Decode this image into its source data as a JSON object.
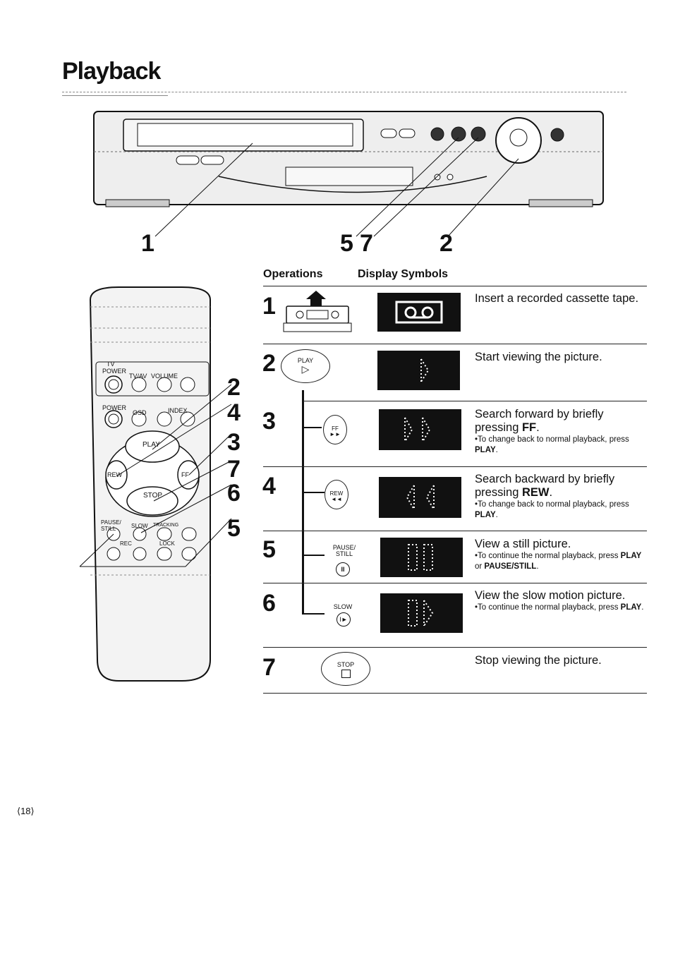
{
  "page": {
    "title": "Playback",
    "page_number": "⟨18⟩"
  },
  "vcr": {
    "callouts": [
      "1",
      "5",
      "7",
      "2"
    ]
  },
  "remote": {
    "labels": {
      "tv": "TV",
      "power_top": "POWER",
      "tvav": "TV/AV",
      "volume": "VOLUME",
      "power": "POWER",
      "osd": "OSD",
      "index": "INDEX",
      "play": "PLAY",
      "rew": "REW",
      "ff": "FF",
      "stop": "STOP",
      "pause_still": "PAUSE/ STILL",
      "slow": "SLOW",
      "tracking": "TRACKING",
      "rec": "REC",
      "lock": "LOCK"
    },
    "callouts": [
      "2",
      "4",
      "3",
      "7",
      "6",
      "5"
    ]
  },
  "table": {
    "header_operations": "Operations",
    "header_display": "Display Symbols",
    "rows": [
      {
        "num": "1",
        "button": "",
        "icon": "cassette-insert-icon",
        "display_icon": "cassette-symbol",
        "desc": "Insert a recorded cassette tape.",
        "note": ""
      },
      {
        "num": "2",
        "button": "PLAY",
        "icon": "play-icon",
        "display_icon": "play-symbol",
        "desc": "Start viewing the picture.",
        "note": ""
      },
      {
        "num": "3",
        "button": "FF",
        "icon": "ff-icon",
        "display_icon": "ff-symbol",
        "desc_pre": "Search forward by briefly pressing ",
        "desc_bold": "FF",
        "desc_post": ".",
        "note_pre": "•To change back to normal playback, press ",
        "note_bold": "PLAY",
        "note_post": "."
      },
      {
        "num": "4",
        "button": "REW",
        "icon": "rew-icon",
        "display_icon": "rew-symbol",
        "desc_pre": "Search backward by briefly pressing ",
        "desc_bold": "REW",
        "desc_post": ".",
        "note_pre": "•To change back to normal playback, press ",
        "note_bold": "PLAY",
        "note_post": "."
      },
      {
        "num": "5",
        "button": "PAUSE/ STILL",
        "icon": "pause-icon",
        "display_icon": "pause-symbol",
        "desc": "View a still picture.",
        "note_pre": "•To continue the normal playback, press ",
        "note_bold": "PLAY",
        "note_mid": " or ",
        "note_bold2": "PAUSE/STILL",
        "note_post": "."
      },
      {
        "num": "6",
        "button": "SLOW",
        "icon": "slow-icon",
        "display_icon": "slow-symbol",
        "desc": "View the slow motion picture.",
        "note_pre": "•To continue the normal playback, press ",
        "note_bold": "PLAY",
        "note_post": "."
      },
      {
        "num": "7",
        "button": "STOP",
        "icon": "stop-icon",
        "display_icon": "",
        "desc": "Stop viewing the picture.",
        "note": ""
      }
    ]
  }
}
